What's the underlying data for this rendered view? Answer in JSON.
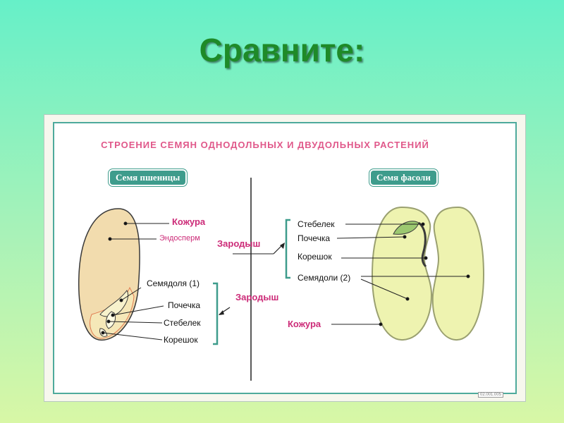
{
  "title": "Сравните:",
  "poster": {
    "title": "СТРОЕНИЕ СЕМЯН ОДНОДОЛЬНЫХ И ДВУДОЛЬНЫХ РАСТЕНИЙ",
    "code": "02.001.005",
    "wheat": {
      "header": "Семя пшеницы",
      "skin": "Кожура",
      "endosperm": "Эндосперм",
      "embryo": "Зародыш",
      "cotyledon": "Семядоля (1)",
      "bud": "Почечка",
      "stem": "Стебелек",
      "root": "Корешок"
    },
    "bean": {
      "header": "Семя фасоли",
      "stem": "Стебелек",
      "bud": "Почечка",
      "root": "Корешок",
      "cotyledons": "Семядоли (2)",
      "embryo": "Зародыш",
      "skin": "Кожура"
    }
  },
  "colors": {
    "title_green": "#1e8a28",
    "bracket_teal": "#3e9c8c",
    "label_pink": "#cc2b78",
    "seed_fill": "#f2dcae",
    "bean_fill": "#eef3b0"
  }
}
